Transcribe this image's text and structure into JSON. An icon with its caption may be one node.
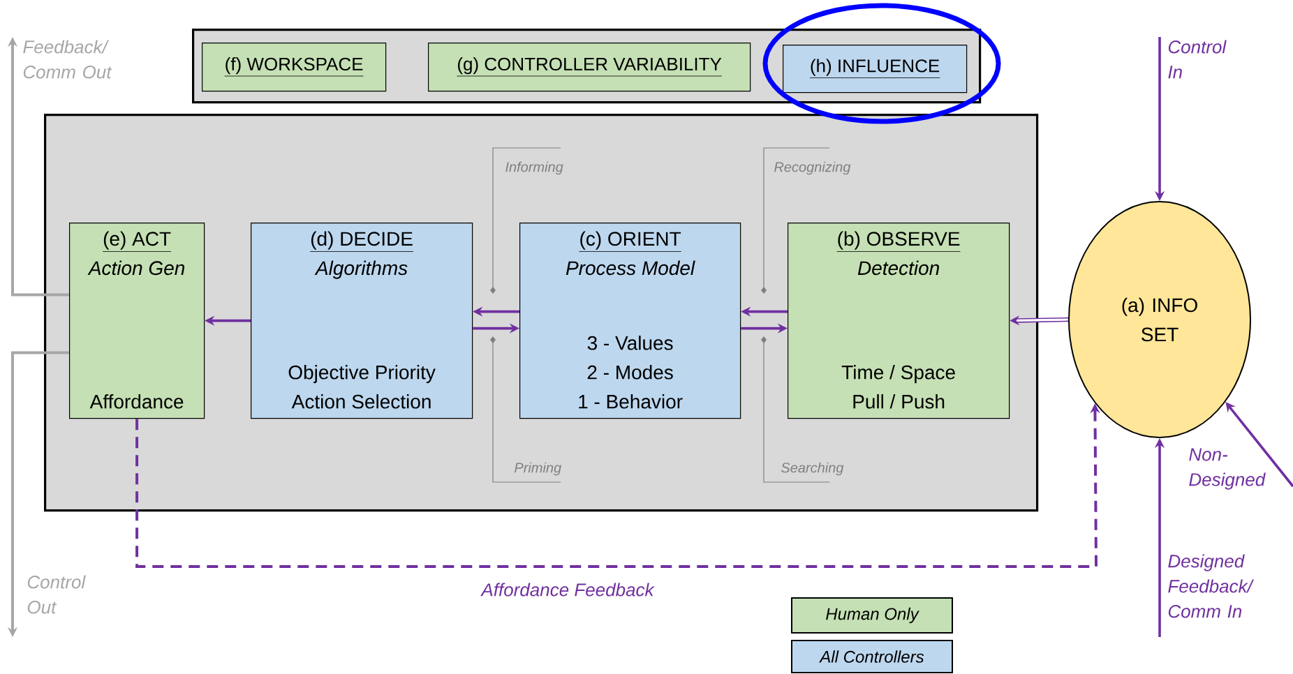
{
  "diagram": {
    "nodes": [
      {
        "text": [],
        "shape": "box"
      },
      {
        "text": [
          "(f) WORKSPACE"
        ],
        "in": 0
      },
      {
        "text": [
          "(g) CONTROLLER VARIABILITY"
        ],
        "in": 0
      },
      {
        "text": [
          "(h) INFLUENCE"
        ],
        "in": 0
      },
      {
        "text": [],
        "shape": "box"
      },
      {
        "text": [
          "(e) ACT",
          "Action Gen",
          "Affordance"
        ],
        "in": 4
      },
      {
        "text": [
          "(d) DECIDE",
          "Algorithms",
          "Objective Priority",
          "Action Selection"
        ],
        "in": 4
      },
      {
        "text": [
          "(c) ORIENT",
          "Process Model",
          "3 - Values",
          "2 - Modes",
          "1 - Behavior"
        ],
        "in": 4
      },
      {
        "text": [
          "(b) OBSERVE",
          "Detection",
          "Time / Space",
          "Pull / Push"
        ],
        "in": 4
      },
      {
        "text": [
          "(a) INFO SET"
        ]
      },
      {
        "text": [
          "Informing"
        ],
        "in": 4
      },
      {
        "text": [
          "Priming"
        ],
        "in": 4
      },
      {
        "text": [
          "Recognizing"
        ],
        "in": 4
      },
      {
        "text": [
          "Searching"
        ],
        "in": 4
      }
    ],
    "edges": [
      {
        "from": 6,
        "to": 5,
        "arrow": "to"
      },
      {
        "from": 7,
        "to": 6,
        "arrow": "to"
      },
      {
        "from": 6,
        "to": 7,
        "arrow": "to"
      },
      {
        "from": 8,
        "to": 7,
        "arrow": "to"
      },
      {
        "from": 7,
        "to": 8,
        "arrow": "to"
      },
      {
        "from": 9,
        "to": 8,
        "arrow": "to"
      },
      {
        "from": 5,
        "to": null,
        "arrow": "to",
        "label": "Feedback/ Comm Out",
        "color": "#a6a6a6"
      },
      {
        "from": 5,
        "to": null,
        "arrow": "to",
        "label": "Control Out",
        "color": "#a6a6a6"
      },
      {
        "from": null,
        "to": 9,
        "arrow": "to",
        "label": "Control In"
      },
      {
        "from": null,
        "to": 9,
        "arrow": "to",
        "label": "Non- Designed"
      },
      {
        "from": null,
        "to": 9,
        "arrow": "to",
        "label": "Designed Feedback/ Comm In"
      },
      {
        "from": 5,
        "to": 9,
        "arrow": "to",
        "label": "Affordance Feedback",
        "style": "dashed"
      },
      {
        "from": 10,
        "to": null,
        "arrow": "other",
        "color": "#7f7f7f"
      },
      {
        "from": 11,
        "to": null,
        "arrow": "other",
        "color": "#7f7f7f"
      },
      {
        "from": 12,
        "to": null,
        "arrow": "other",
        "color": "#7f7f7f"
      },
      {
        "from": 13,
        "to": null,
        "arrow": "other",
        "color": "#7f7f7f"
      }
    ],
    "legend": [
      {
        "text": "Human Only",
        "color": "#c5e0b4"
      },
      {
        "text": "All Controllers",
        "color": "#bdd7ee"
      }
    ]
  }
}
